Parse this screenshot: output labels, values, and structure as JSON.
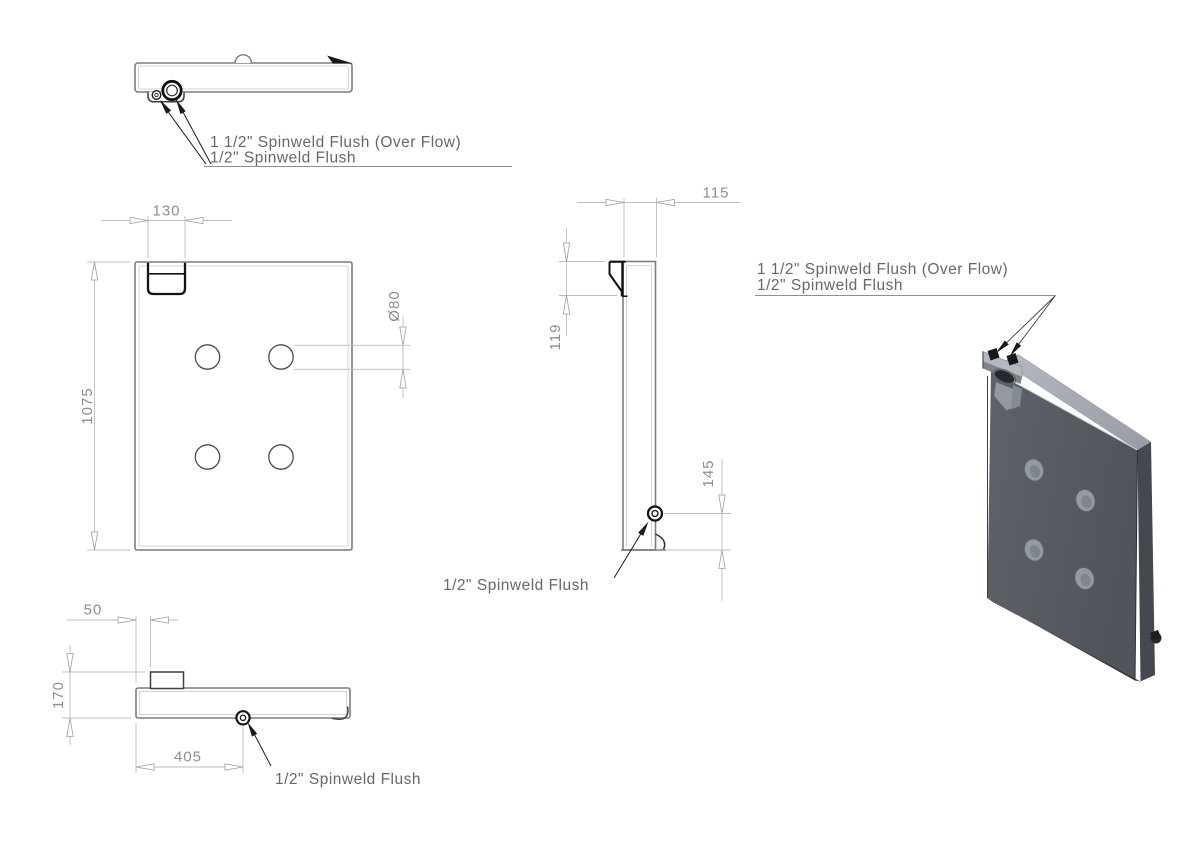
{
  "drawing": {
    "type": "tank-engineering-drawing",
    "colors": {
      "background": "#ffffff",
      "outline_gray": "#7d7d7d",
      "feature_black": "#161616",
      "dimension_line": "#bdbdbd",
      "dimension_text": "#8e8e8e",
      "callout_text": "#686868",
      "iso_front_face": "#575c63",
      "iso_top_face": "#a8aeb6",
      "iso_right_face": "#44484f"
    },
    "top_view": {
      "callout1": "1 1/2\" Spinweld Flush (Over Flow)",
      "callout2": "1/2\" Spinweld Flush"
    },
    "front_view": {
      "dim_notch_width": "130",
      "dim_height": "1075",
      "dim_hole_diameter": "Ø80"
    },
    "side_view": {
      "dim_top_width": "115",
      "dim_notch_height": "119",
      "dim_fitting_offset": "145",
      "callout": "1/2\" Spinweld Flush"
    },
    "bottom_view": {
      "dim_offset": "50",
      "dim_overall_depth": "170",
      "dim_fitting_position": "405",
      "callout": "1/2\" Spinweld Flush"
    },
    "iso_view": {
      "callout1": "1 1/2\" Spinweld Flush (Over Flow)",
      "callout2": "1/2\" Spinweld Flush"
    }
  }
}
